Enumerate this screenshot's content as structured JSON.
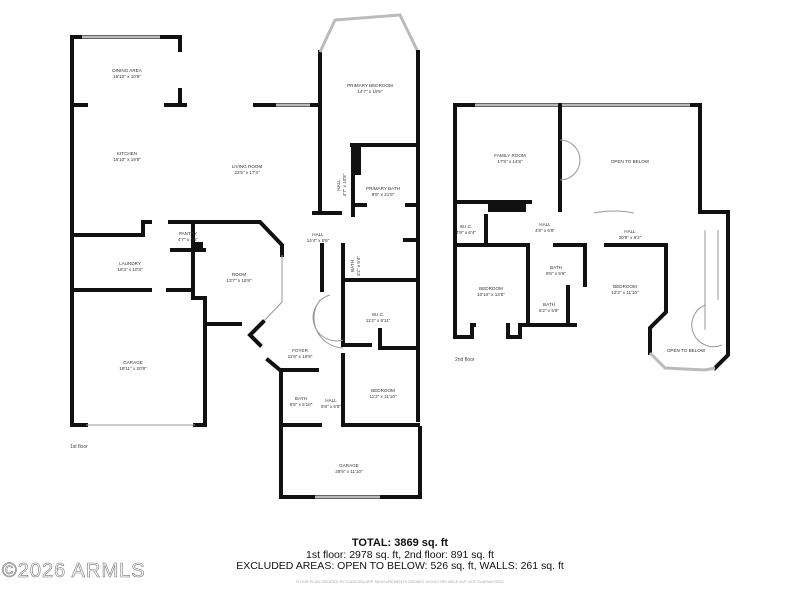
{
  "floors": [
    {
      "label": "1st floor",
      "rooms": [
        {
          "name": "DINING AREA",
          "dims": "15'10\" x 10'8\""
        },
        {
          "name": "KITCHEN",
          "dims": "15'10\" x 19'8\""
        },
        {
          "name": "LIVING ROOM",
          "dims": "22'5\" x 17'4\""
        },
        {
          "name": "PRIMARY BEDROOM",
          "dims": "14'7\" x 19'5\""
        },
        {
          "name": "HALL",
          "dims": "4'7\" x 10'8\""
        },
        {
          "name": "PRIMARY BATH",
          "dims": "9'6\" x 21'8\""
        },
        {
          "name": "HALL",
          "dims": "14'4\" x 6'8\""
        },
        {
          "name": "PANTRY",
          "dims": "4'7\" x 4'5\""
        },
        {
          "name": "LAUNDRY",
          "dims": "18'3\" x 10'3\""
        },
        {
          "name": "ROOM",
          "dims": "13'7\" x 15'8\""
        },
        {
          "name": "BATH",
          "dims": "3'2\" x 5'4\""
        },
        {
          "name": "W.I.C.",
          "dims": "11'2\" x 9'11\""
        },
        {
          "name": "GARAGE",
          "dims": "19'11\" x 20'8\""
        },
        {
          "name": "FOYER",
          "dims": "11'8\" x 19'9\""
        },
        {
          "name": "BEDROOM",
          "dims": "11'2\" x 11'10\""
        },
        {
          "name": "BATH",
          "dims": "5'5\" x 5'10\""
        },
        {
          "name": "HALL",
          "dims": "5'8\" x 6'8\""
        },
        {
          "name": "GARAGE",
          "dims": "28'9\" x 11'10\""
        }
      ]
    },
    {
      "label": "2nd floor",
      "rooms": [
        {
          "name": "FAMILY ROOM",
          "dims": "17'8\" x 14'8\""
        },
        {
          "name": "OPEN TO BELOW",
          "dims": ""
        },
        {
          "name": "W.I.C.",
          "dims": "4'9\" x 6'4\""
        },
        {
          "name": "HALL",
          "dims": "4'8\" x 6'8\""
        },
        {
          "name": "HALL",
          "dims": "20'9\" x 6'2\""
        },
        {
          "name": "BATH",
          "dims": "8'6\" x 5'6\""
        },
        {
          "name": "BATH",
          "dims": "6'2\" x 5'8\""
        },
        {
          "name": "BEDROOM",
          "dims": "10'10\" x 13'6\""
        },
        {
          "name": "BEDROOM",
          "dims": "12'2\" x 11'10\""
        },
        {
          "name": "OPEN TO BELOW",
          "dims": ""
        }
      ]
    }
  ],
  "summary": {
    "total": "TOTAL: 3869 sq. ft",
    "floors": "1st floor: 2978 sq. ft, 2nd floor: 891 sq. ft",
    "excluded": "EXCLUDED AREAS: OPEN TO BELOW: 526 sq. ft, WALLS: 261 sq. ft"
  },
  "disclaimer": "FLOOR PLAN CREATED BY CUBICASA APP. MEASUREMENTS DEEMED HIGHLY RELIABLE BUT NOT GUARANTEED.",
  "watermark": "©2026 ARMLS",
  "colors": {
    "wall": "#111111",
    "window": "#bbbbbb",
    "text": "#333333"
  }
}
